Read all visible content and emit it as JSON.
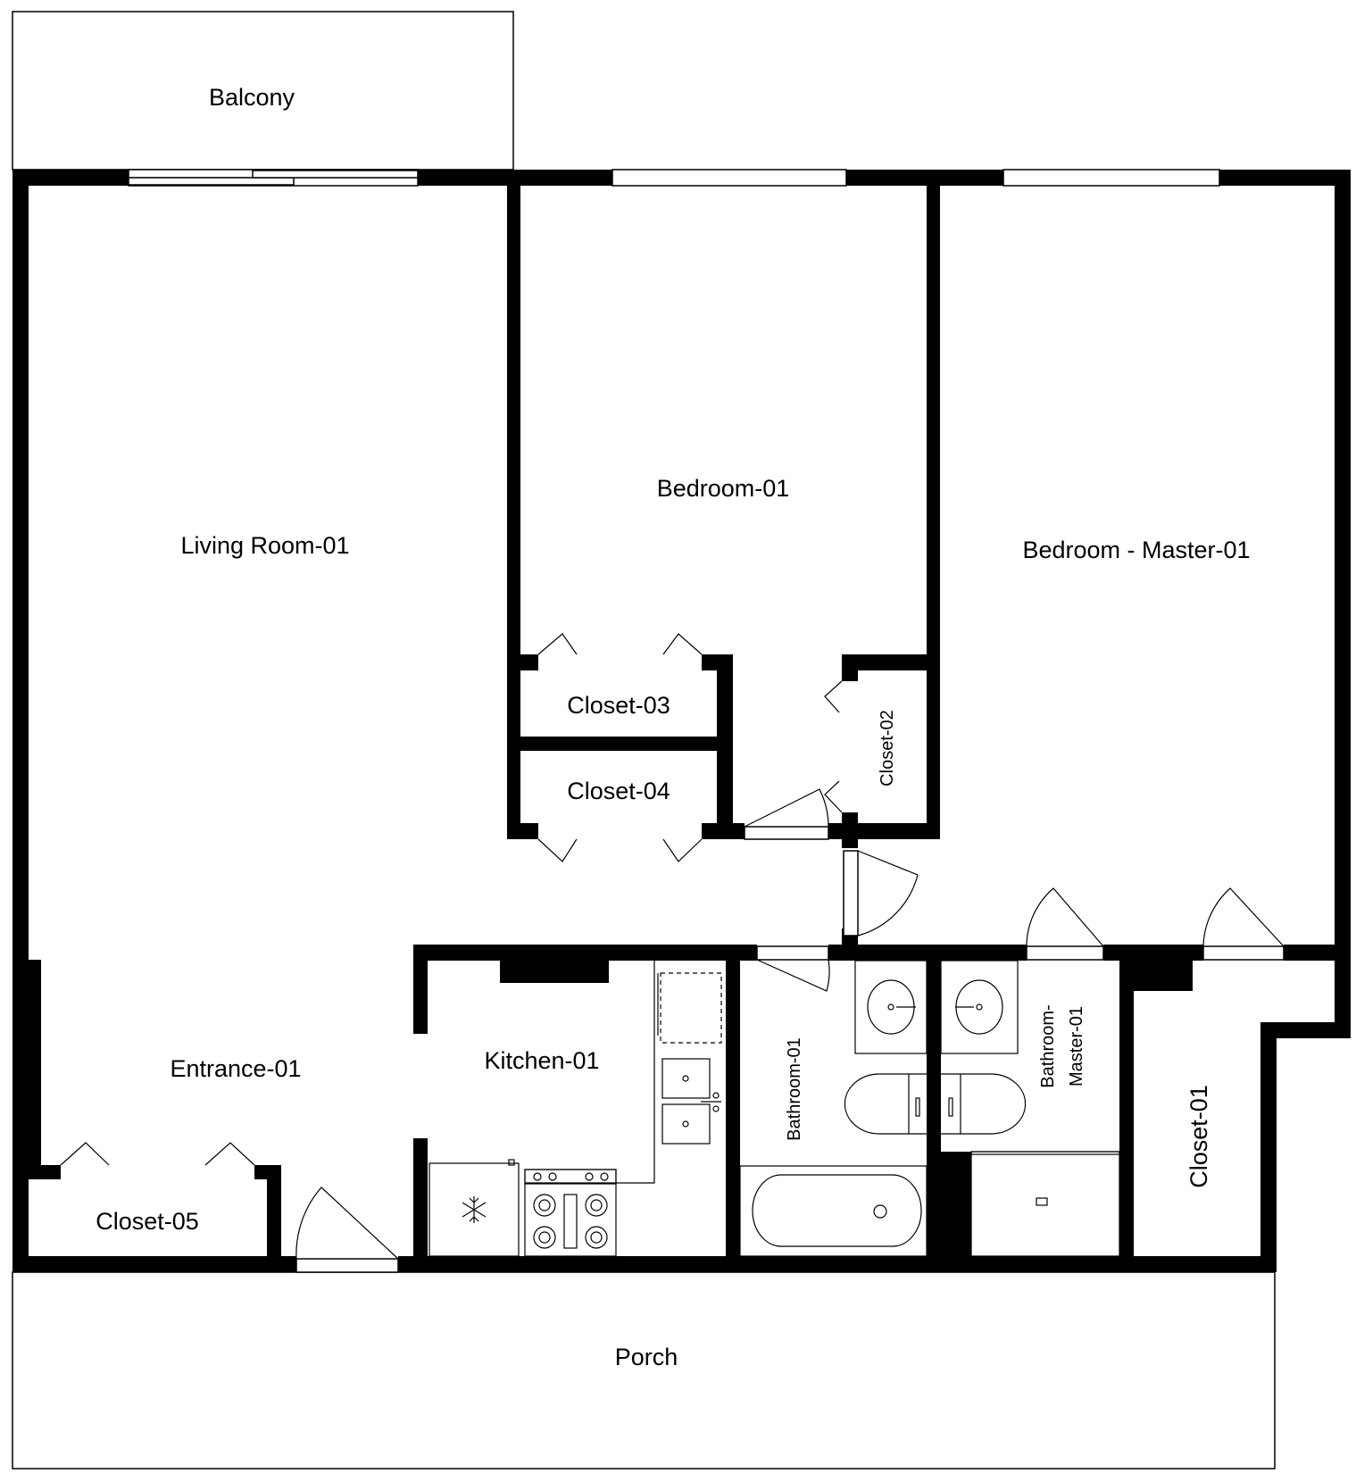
{
  "plan": {
    "rooms": {
      "balcony": "Balcony",
      "living_room": "Living Room-01",
      "bedroom": "Bedroom-01",
      "bedroom_master": "Bedroom - Master-01",
      "closet_01": "Closet-01",
      "closet_02": "Closet-02",
      "closet_03": "Closet-03",
      "closet_04": "Closet-04",
      "closet_05": "Closet-05",
      "entrance": "Entrance-01",
      "kitchen": "Kitchen-01",
      "bathroom": "Bathroom-01",
      "bathroom_master_line1": "Bathroom-",
      "bathroom_master_line2": "Master-01",
      "porch": "Porch"
    },
    "fixture_icons": {
      "fridge": "snowflake-icon",
      "range": "stove-icon",
      "sinks": "sink-icon",
      "toilets": "toilet-icon",
      "bathtub": "bathtub-icon",
      "shower": "shower-icon"
    }
  }
}
